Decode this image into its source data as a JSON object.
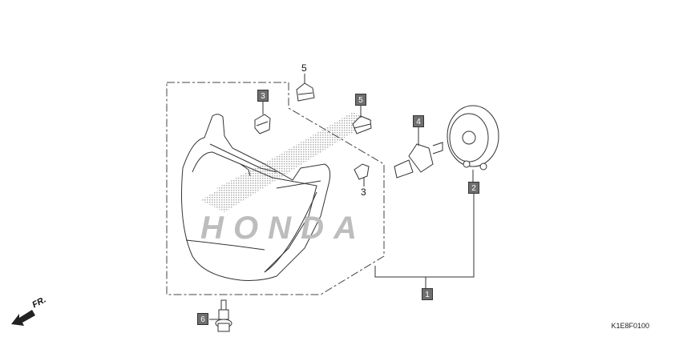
{
  "diagram": {
    "watermark": "HONDA",
    "direction_label": "FR.",
    "figure_code": "K1E8F0100",
    "callouts": [
      {
        "label": "1",
        "boxed": true,
        "part": "headlight-assembly"
      },
      {
        "label": "2",
        "boxed": true,
        "part": "socket"
      },
      {
        "label": "3",
        "boxed": true,
        "part": "bulb-a"
      },
      {
        "label": "3",
        "boxed": false,
        "part": "bulb-b"
      },
      {
        "label": "4",
        "boxed": true,
        "part": "headlight-bulb"
      },
      {
        "label": "5",
        "boxed": false,
        "part": "socket-a"
      },
      {
        "label": "5",
        "boxed": true,
        "part": "socket-b"
      },
      {
        "label": "6",
        "boxed": true,
        "part": "bolt"
      }
    ],
    "colors": {
      "callout_box": "#6f6f6f",
      "line": "#333333",
      "watermark": "#bdbdbd"
    }
  }
}
